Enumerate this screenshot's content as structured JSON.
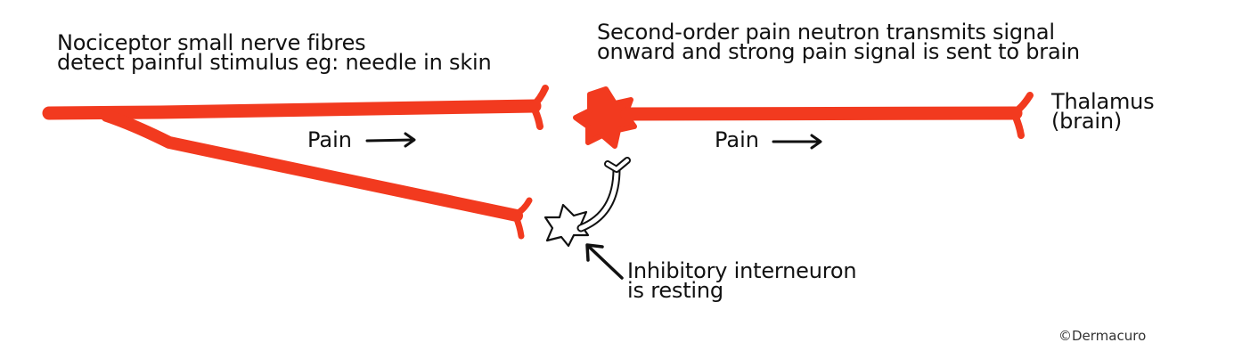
{
  "labels": {
    "nociceptor": {
      "line1": "Nociceptor small nerve fibres",
      "line2": "detect painful stimulus eg: needle in skin"
    },
    "second_order": {
      "line1": "Second-order pain neutron transmits signal",
      "line2": "onward and strong pain signal is sent to brain"
    },
    "thalamus": {
      "line1": "Thalamus",
      "line2": "(brain)"
    },
    "interneuron": {
      "line1": "Inhibitory interneuron",
      "line2": "is resting"
    },
    "pain_left": "Pain",
    "pain_right": "Pain"
  },
  "copyright": "©Dermacuro",
  "colors": {
    "nerve": "#f23a1f",
    "text": "#111111",
    "interneuron_outline": "#111111"
  }
}
